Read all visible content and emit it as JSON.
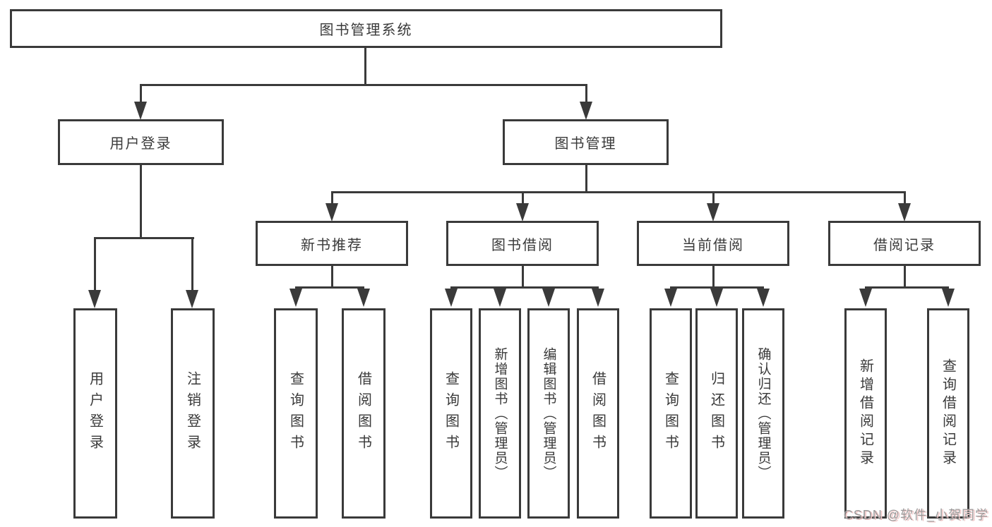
{
  "diagram": {
    "root_label": "图书管理系统",
    "level2": [
      {
        "label": "用户登录"
      },
      {
        "label": "图书管理"
      }
    ],
    "level3": [
      {
        "label": "新书推荐"
      },
      {
        "label": "图书借阅"
      },
      {
        "label": "当前借阅"
      },
      {
        "label": "借阅记录"
      }
    ],
    "leaves": {
      "user_login": [
        "用户登录",
        "注销登录"
      ],
      "new_book_recommend": [
        "查询图书",
        "借阅图书"
      ],
      "book_borrow": [
        "查询图书",
        "新增图书（管理员）",
        "编辑图书（管理员）",
        "借阅图书"
      ],
      "current_borrow": [
        "查询图书",
        "归还图书",
        "确认归还（管理员）"
      ],
      "borrow_records": [
        "新增借阅记录",
        "查询借阅记录"
      ]
    },
    "watermark": "CSDN @软件_小贺同学",
    "colors": {
      "line": "#3a3a3a",
      "text": "#3a3a3a",
      "watermark": "#9b9b9b",
      "watermark_glow": "#f0c6c6"
    }
  }
}
